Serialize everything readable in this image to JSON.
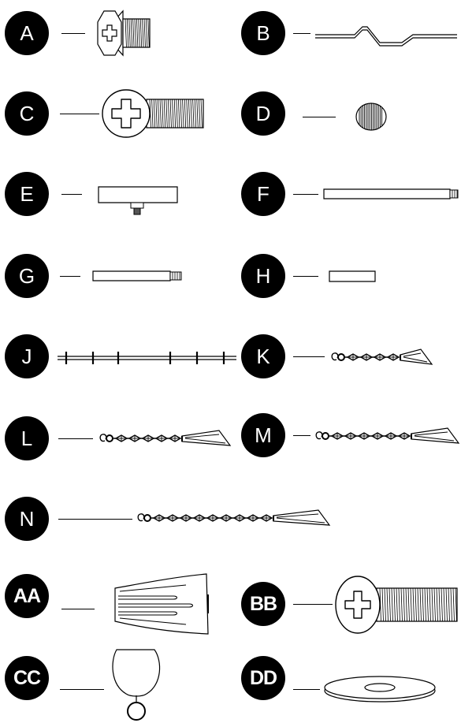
{
  "parts": [
    {
      "id": "a",
      "label": "A"
    },
    {
      "id": "b",
      "label": "B"
    },
    {
      "id": "c",
      "label": "C"
    },
    {
      "id": "d",
      "label": "D"
    },
    {
      "id": "e",
      "label": "E"
    },
    {
      "id": "f",
      "label": "F"
    },
    {
      "id": "g",
      "label": "G"
    },
    {
      "id": "h",
      "label": "H"
    },
    {
      "id": "j",
      "label": "J"
    },
    {
      "id": "k",
      "label": "K"
    },
    {
      "id": "l",
      "label": "L"
    },
    {
      "id": "m",
      "label": "M"
    },
    {
      "id": "n",
      "label": "N"
    },
    {
      "id": "aa",
      "label": "AA"
    },
    {
      "id": "bb",
      "label": "BB"
    },
    {
      "id": "cc",
      "label": "CC"
    },
    {
      "id": "dd",
      "label": "DD"
    }
  ],
  "colors": {
    "ink": "#000000",
    "paper": "#ffffff"
  }
}
